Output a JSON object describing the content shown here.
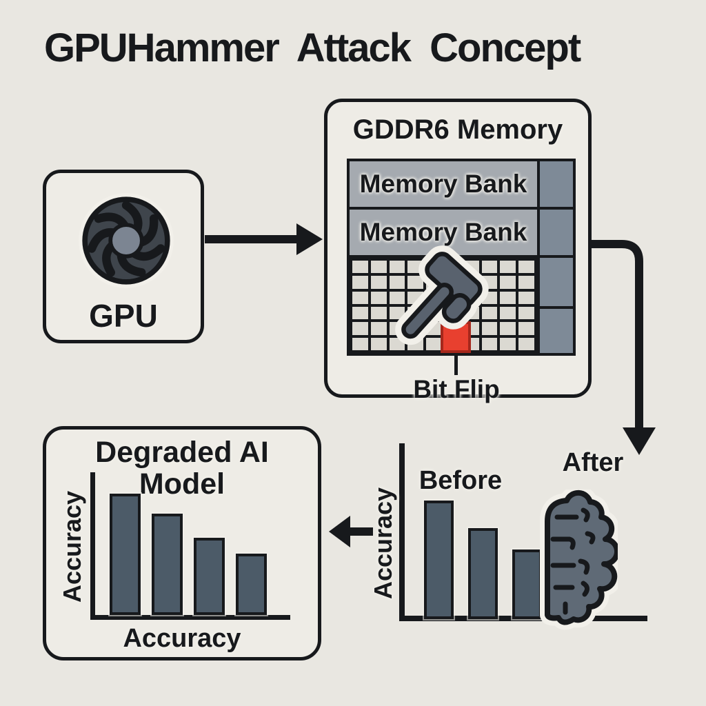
{
  "title": "GPUHammer Attack Concept",
  "colors": {
    "bg": "#e9e7e1",
    "panel": "#eeece6",
    "ink": "#17191c",
    "bank": "#a5aab0",
    "column": "#7e8a97",
    "cell": "#dbd9d2",
    "bar": "#4c5b68",
    "brain": "#5f6a76",
    "red": "#e8402f",
    "red_border": "#a5281c",
    "fan_disc": "#3f454c",
    "fan_hub": "#7c8592",
    "icon": "#59626e",
    "halo": "#f2f0ea"
  },
  "gpu": {
    "label": "GPU",
    "icon": "gpu-fan-icon"
  },
  "memory": {
    "title": "GDDR6 Memory",
    "banks": [
      "Memory Bank",
      "Memory Bank"
    ],
    "grid": {
      "rows": 6,
      "cols": 10
    },
    "column_segments": [
      70,
      70,
      74
    ],
    "bit_flip_label": "Bit Flip",
    "hammer_icon": "hammer-icon"
  },
  "before_after_chart": {
    "type": "bar",
    "ylabel": "Accuracy",
    "before_label": "Before",
    "after_label": "After",
    "bars": [
      0.68,
      0.52,
      0.4
    ],
    "brain_icon": "degraded-brain-icon"
  },
  "degraded_chart": {
    "type": "bar",
    "title_lines": [
      "Degraded AI",
      "Model"
    ],
    "ylabel": "Accuracy",
    "xlabel": "Accuracy",
    "bars": [
      0.85,
      0.71,
      0.54,
      0.43
    ]
  }
}
